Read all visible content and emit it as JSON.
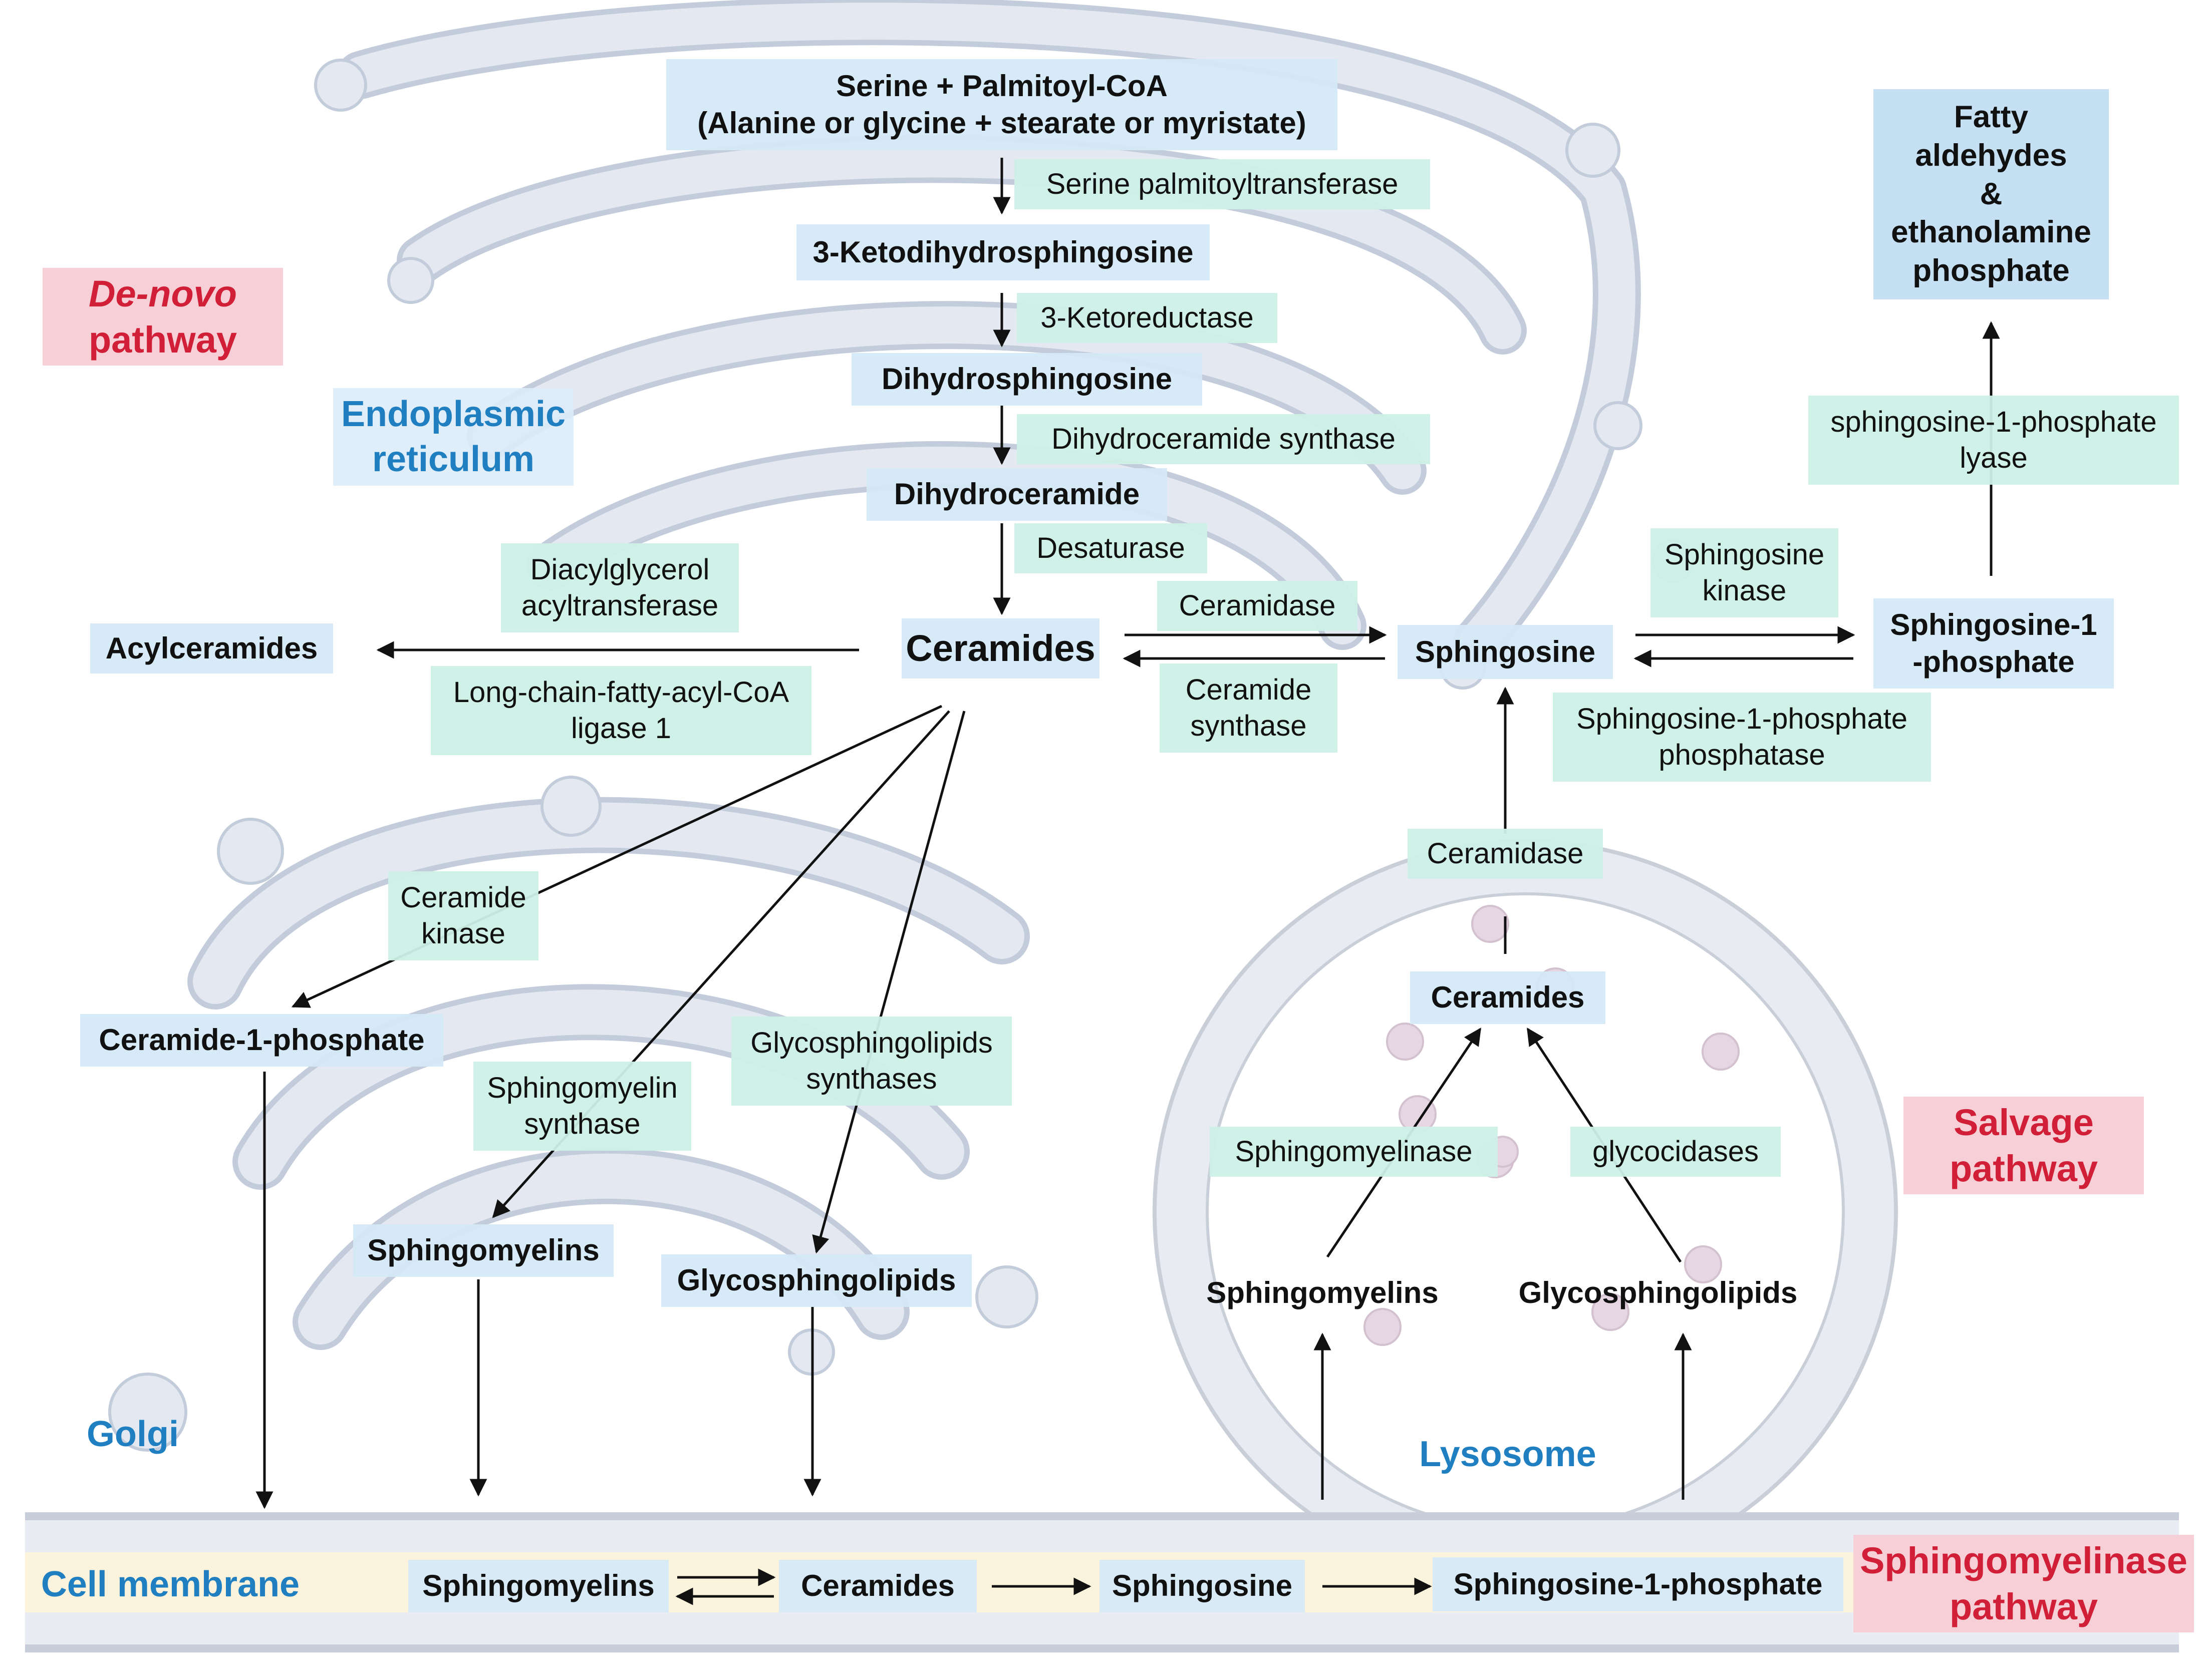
{
  "organelles": {
    "er": "Endoplasmic\nreticulum",
    "golgi": "Golgi",
    "lysosome": "Lysosome",
    "membrane": "Cell membrane"
  },
  "pathways": {
    "denovo_italic": "De-novo",
    "denovo_rest": "pathway",
    "salvage": "Salvage\npathway",
    "sphingomyelinase": "Sphingomyelinase\npathway"
  },
  "compounds": {
    "start_line1": "Serine + Palmitoyl-CoA",
    "start_line2": "(Alanine or glycine + stearate or myristate)",
    "ketodihydro": "3-Ketodihydrosphingosine",
    "dihydrosph": "Dihydrosphingosine",
    "dihydrocer": "Dihydroceramide",
    "ceramides": "Ceramides",
    "acylceramides": "Acylceramides",
    "sphingosine": "Sphingosine",
    "s1p": "Sphingosine-1\n-phosphate",
    "fatty": "Fatty\naldehydes\n&\nethanolamine\nphosphate",
    "c1p": "Ceramide-1-phosphate",
    "golgi_sm": "Sphingomyelins",
    "golgi_gsl": "Glycosphingolipids",
    "lyso_cer": "Ceramides",
    "lyso_sm": "Sphingomyelins",
    "lyso_gsl": "Glycosphingolipids",
    "mem_sm": "Sphingomyelins",
    "mem_cer": "Ceramides",
    "mem_sph": "Sphingosine",
    "mem_s1p": "Sphingosine-1-phosphate"
  },
  "enzymes": {
    "spt": "Serine palmitoyltransferase",
    "ketored": "3-Ketoreductase",
    "dhcs": "Dihydroceramide synthase",
    "desat": "Desaturase",
    "dgat": "Diacylglycerol\nacyltransferase",
    "lcfacl": "Long-chain-fatty-acyl-CoA\nligase 1",
    "ceramidase": "Ceramidase",
    "cersyn": "Ceramide\nsynthase",
    "sphk": "Sphingosine\nkinase",
    "s1pp": "Sphingosine-1-phosphate\nphosphatase",
    "s1pl": "sphingosine-1-phosphate\nlyase",
    "cerk": "Ceramide\nkinase",
    "sms": "Sphingomyelin\nsynthase",
    "gsls": "Glycosphingolipids\nsynthases",
    "lyso_ceramidase": "Ceramidase",
    "smase": "Sphingomyelinase",
    "glyco": "glycocidases"
  },
  "colors": {
    "compound_bg": "#d4e8f6",
    "enzyme_bg": "#cef0e7",
    "organelle_text": "#1f7fc0",
    "pathway_bg": "#f7cfd6",
    "pathway_text": "#d01f36",
    "organelle_fill": "#e3e8f1",
    "membrane_band": "#fbf3dc",
    "lysosome_dot": "#e6d6e2"
  }
}
